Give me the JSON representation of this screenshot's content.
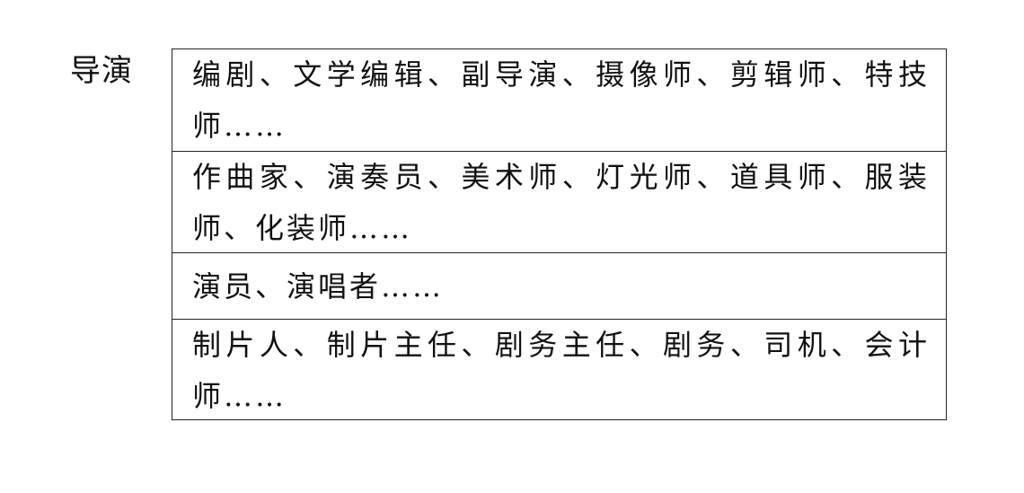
{
  "left_label": "导演",
  "rows": [
    "编剧、文学编辑、副导演、摄像师、剪辑师、特技师……",
    "作曲家、演奏员、美术师、灯光师、道具师、服装师、化装师……",
    "演员、演唱者……",
    "制片人、制片主任、剧务主任、剧务、司机、会计师……"
  ]
}
